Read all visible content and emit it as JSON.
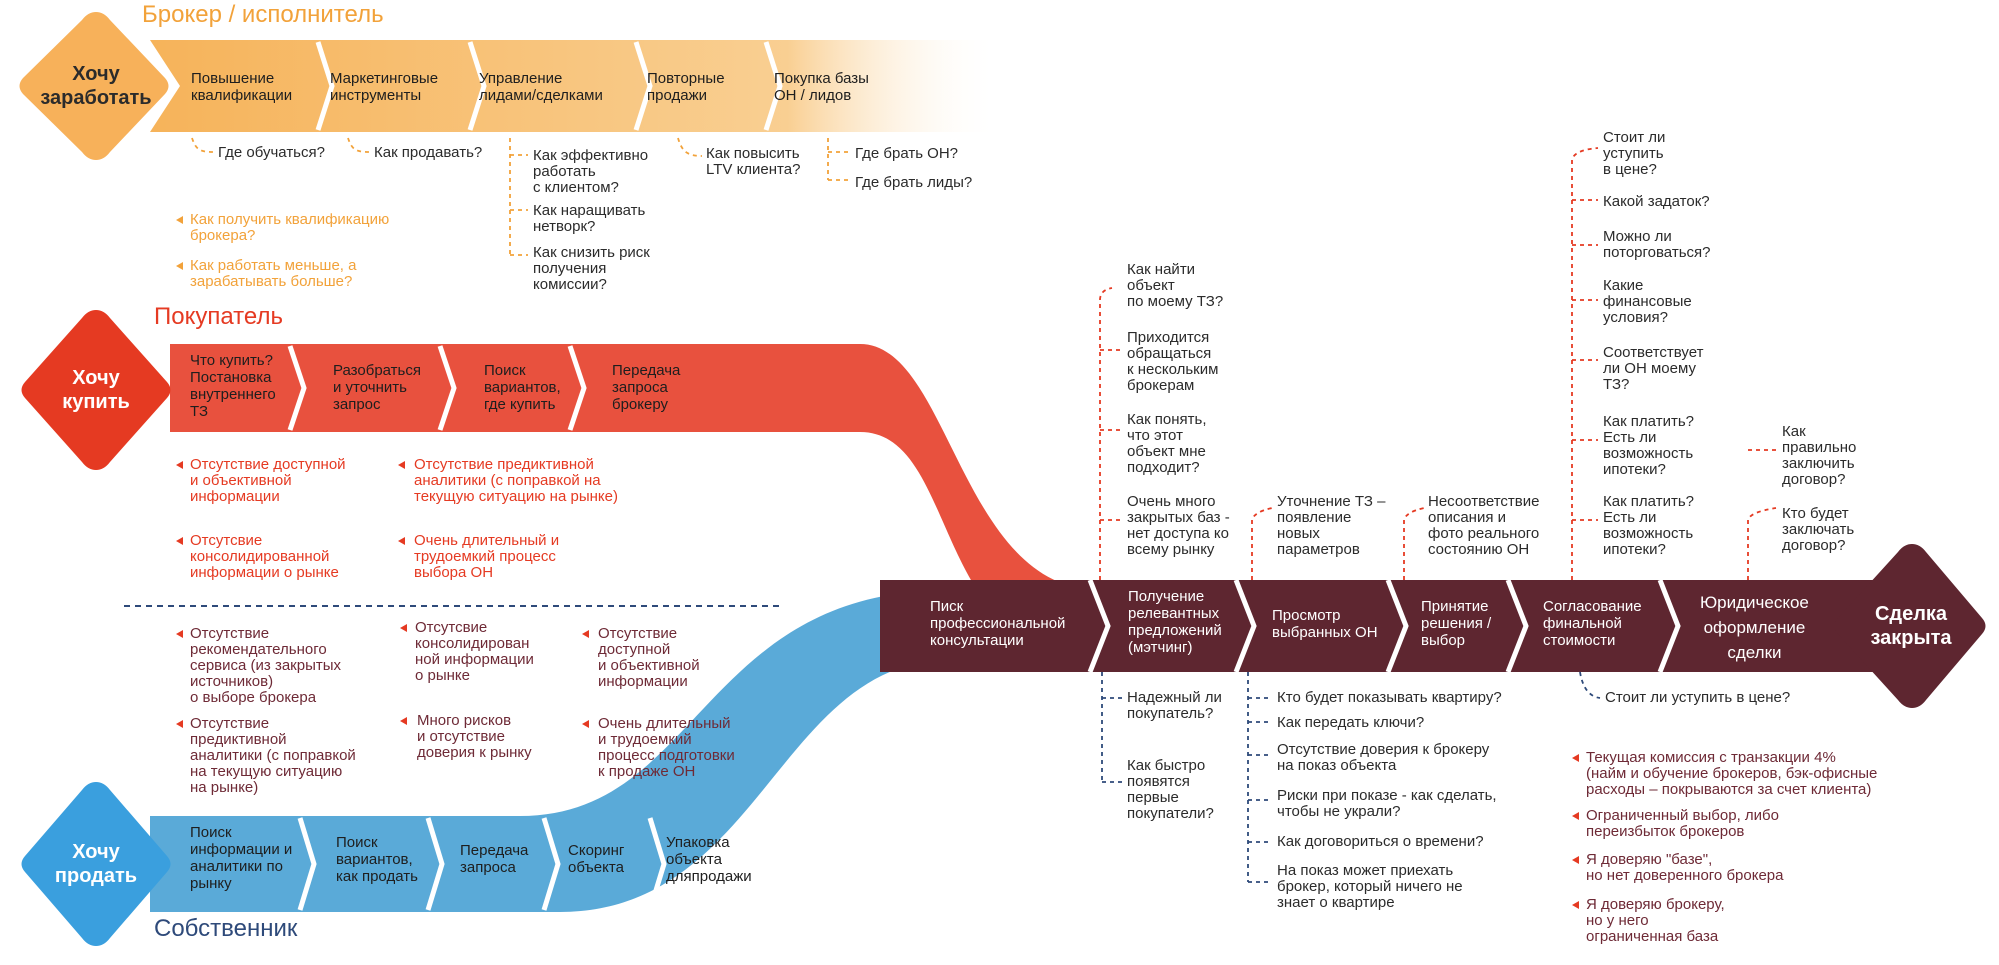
{
  "colors": {
    "orange": "#f6b35a",
    "orange_text": "#f2a23a",
    "red": "#e8513e",
    "red_dark": "#e53a22",
    "blue": "#5aaad8",
    "blue_dark": "#3a9fde",
    "maroon": "#5e2630"
  },
  "broker": {
    "title": "Брокер / исполнитель",
    "goal": "Хочу\nзаработать",
    "stages": [
      "Повышение\nквалификации",
      "Маркетинговые\nинструменты",
      "Управление\nлидами/сделками",
      "Повторные\nпродажи",
      "Покупка базы\nОН / лидов"
    ],
    "questions": [
      "Где обучаться?",
      "Как продавать?",
      "Как эффективно\nработать\nс клиентом?",
      "Как наращивать\nнетворк?",
      "Как снизить риск\nполучения\nкомиссии?",
      "Как повысить\nLTV клиента?",
      "Где брать ОН?",
      "Где брать лиды?"
    ],
    "pains": [
      "Как получить квалификацию\nброкера?",
      "Как работать меньше, а\nзарабатывать больше?"
    ]
  },
  "buyer": {
    "title": "Покупатель",
    "goal": "Хочу\nкупить",
    "stages": [
      "Что купить?\nПостановка\nвнутреннего\nТЗ",
      "Разобраться\nи уточнить\nзапрос",
      "Поиск\nвариантов,\nгде купить",
      "Передача\nзапроса\nброкеру"
    ],
    "pains": [
      "Отсутствие доступной\nи объективной\nинформации",
      "Отсутствие предиктивной\nаналитики (с поправкой на\nтекущую ситуацию на рынке)",
      "Отсутсвие\nконсолидированной\nинформации о рынке",
      "Очень длительный и\nтрудоемкий процесс\nвыбора ОН"
    ]
  },
  "seller": {
    "title": "Собственник",
    "goal": "Хочу\nпродать",
    "stages": [
      "Поиск\nинформации и\nаналитики по\nрынку",
      "Поиск\nвариантов,\nкак продать",
      "Передача\nзапроса",
      "Скоринг\nобъекта",
      "Упаковка\nобъекта\nдляпродажи"
    ],
    "pains": [
      "Отсутствие\nрекомендательного\nсервиса (из закрытых\nисточников)\nо выборе брокера",
      "Отсутсвие\nконсолидирован\nной информации\nо рынке",
      "Отсутствие\nдоступной\nи объективной\nинформации",
      "Отсутствие\nпредиктивной\nаналитики (с поправкой\nна текущую ситуацию\nна рынке)",
      "Много рисков\nи отсутствие\nдоверия к рынку",
      "Очень длительный\nи трудоемкий\nпроцесс подготовки\nк продаже ОН"
    ]
  },
  "deal": {
    "stages": [
      "Писк\nпрофессиональной\nконсультации",
      "Получение\nрелевантных\nпредложений\n(мэтчинг)",
      "Просмотр\nвыбранных ОН",
      "Принятие\nрешения /\nвыбор",
      "Согласование\nфинальной\nстоимости",
      "Юридическое\nоформление\nсделки"
    ],
    "goal": "Сделка\nзакрыта",
    "q_matching_up": [
      "Как найти\nобъект\nпо моему ТЗ?",
      "Приходится\nобращаться\nк нескольким\nброкерам",
      "Как понять,\nчто этот\nобъект мне\nподходит?",
      "Очень много\nзакрытых баз -\nнет доступа ко\nвсему рынку"
    ],
    "q_view_up": "Уточнение ТЗ –\nпоявление\nновых\nпараметров",
    "q_decision_up": "Несоответствие\nописания и\nфото реального\nсостоянию ОН",
    "q_price_up": [
      "Стоит ли\nуступить\nв цене?",
      "Какой задаток?",
      "Можно ли\nпоторговаться?",
      "Какие\nфинансовые\nусловия?",
      "Соответствует\nли ОН моему\nТЗ?",
      "Как платить?\nЕсть ли\nвозможность\nипотеки?",
      "Как платить?\nЕсть ли\nвозможность\nипотеки?"
    ],
    "q_legal_up": [
      "Как\nправильно\nзаключить\nдоговор?",
      "Кто будет\nзаключать\nдоговор?"
    ],
    "q_matching_down": [
      "Надежный ли\nпокупатель?",
      "Как быстро\nпоявятся\nпервые\nпокупатели?"
    ],
    "q_view_down": [
      "Кто будет показывать квартиру?",
      "Как передать ключи?",
      "Отсутствие доверия к брокеру\nна показ объекта",
      "Риски при показе - как сделать,\nчтобы не украли?",
      "Как договориться о времени?",
      "На показ может приехать\nброкер, который ничего не\nзнает о квартире"
    ],
    "q_price_down": "Стоит ли уступить в цене?",
    "pains": [
      "Текущая комиссия с транзакции 4%\n(найм и обучение брокеров, бэк-офисные\nрасходы – покрываются за счет клиента)",
      "Ограниченный выбор, либо\nпереизбыток брокеров",
      "Я доверяю \"базе\",\nно нет доверенного брокера",
      "Я доверяю брокеру,\nно у него\nограниченная база"
    ]
  }
}
